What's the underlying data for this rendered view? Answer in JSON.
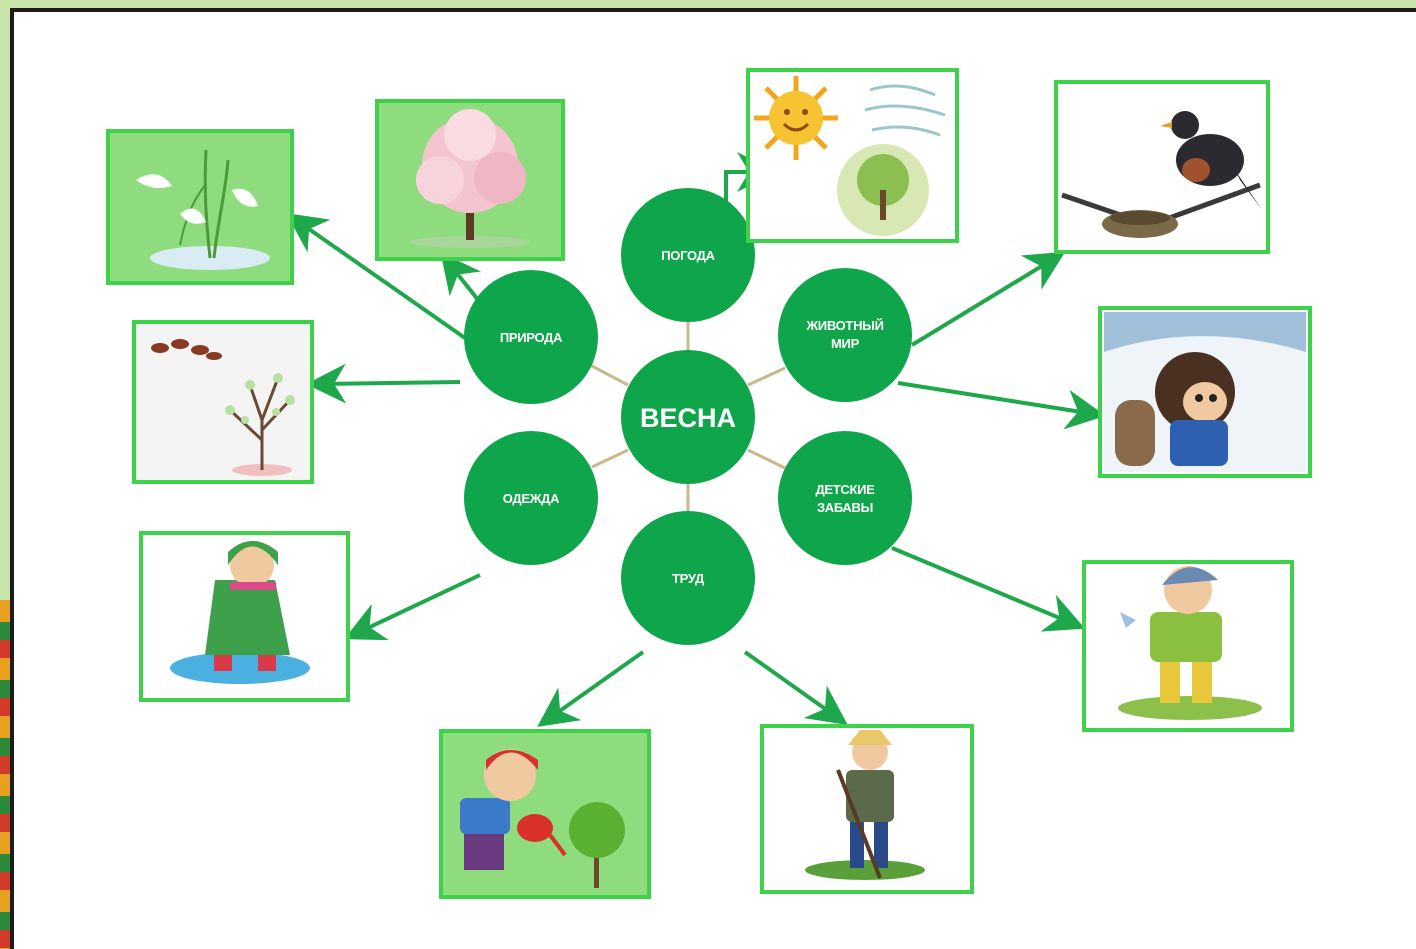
{
  "center": {
    "label": "ВЕСНА"
  },
  "topics": {
    "pogoda": "ПОГОДА",
    "priroda": "ПРИРОДА",
    "zhivotny_line1": "ЖИВОТНЫЙ",
    "zhivotny_line2": "МИР",
    "odezhda": "ОДЕЖДА",
    "detskie_line1": "ДЕТСКИЕ",
    "detskie_line2": "ЗАБАВЫ",
    "trud": "ТРУД"
  },
  "colors": {
    "node_green": "#0fa54a",
    "arrow_green": "#1fa84b",
    "frame_green": "#3ed14a",
    "connector": "#c8b98a",
    "background": "#c9e4a8"
  },
  "pictures": [
    {
      "name": "snowdrops-picture"
    },
    {
      "name": "blossoming-tree-picture"
    },
    {
      "name": "weather-sun-wind-rain-picture"
    },
    {
      "name": "bird-nest-picture"
    },
    {
      "name": "birds-budding-tree-picture"
    },
    {
      "name": "hedgehog-picture"
    },
    {
      "name": "child-in-raincoat-picture"
    },
    {
      "name": "boy-with-bird-picture"
    },
    {
      "name": "boy-watering-tree-picture"
    },
    {
      "name": "man-raking-picture"
    }
  ]
}
